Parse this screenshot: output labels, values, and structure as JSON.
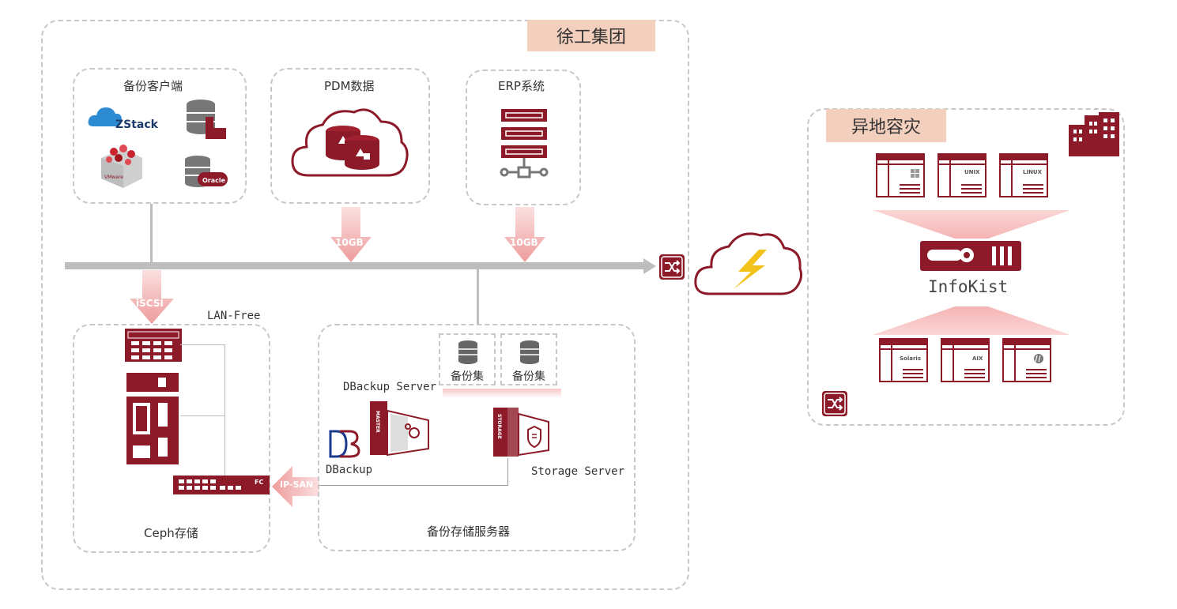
{
  "group": {
    "title": "徐工集团"
  },
  "remote": {
    "title": "异地容灾",
    "product": "InfoKist",
    "top_os": [
      "UNIX",
      "LINUX"
    ],
    "bottom_os": [
      "Solaris",
      "AIX"
    ]
  },
  "boxes": {
    "backup_client": "备份客户端",
    "pdm": "PDM数据",
    "erp": "ERP系统",
    "ceph": "Ceph存储",
    "backup_server": "备份存储服务器"
  },
  "client_logos": {
    "zstack": "ZStack",
    "oracle": "Oracle",
    "vmware": "VMware"
  },
  "links": {
    "pdm_speed": "10GB",
    "erp_speed": "10GB",
    "iscsi": "iSCSI",
    "ipsan": "IP-SAN",
    "lan_free": "LAN-Free",
    "fc": "FC"
  },
  "server": {
    "backup_set_1": "备份集",
    "backup_set_2": "备份集",
    "dbackup_server": "DBackup Server",
    "dbackup": "DBackup",
    "storage_server": "Storage Server",
    "master_label": "MASTER",
    "storage_label": "STORAGE"
  },
  "colors": {
    "brand": "#8c1a28",
    "arrow": "#f0a8a8",
    "tag_bg": "#f3cfbe",
    "line": "#bdbdbd"
  }
}
